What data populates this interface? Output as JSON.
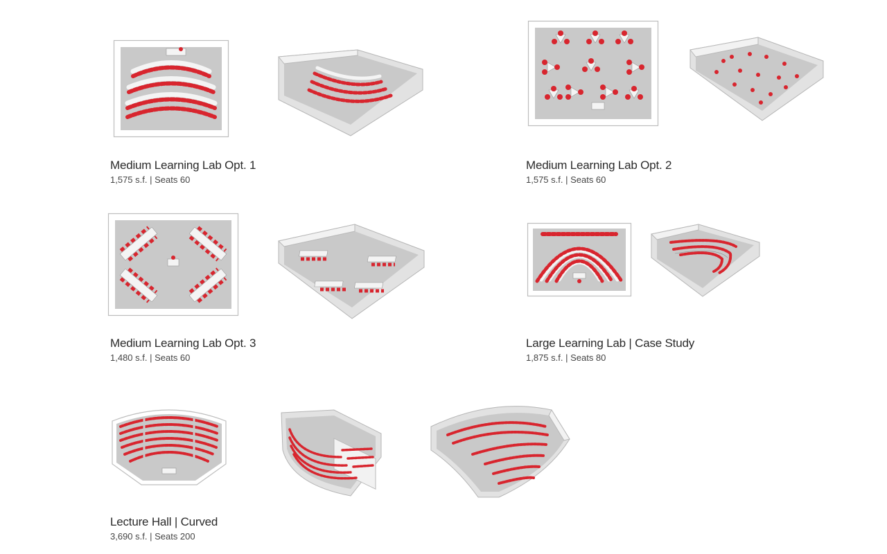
{
  "colors": {
    "seat_red": "#d8252e",
    "floor_gray": "#c9c9c9",
    "wall_light": "#f2f2f2"
  },
  "layouts": [
    {
      "id": "lab1",
      "title": "Medium Learning Lab Opt. 1",
      "subtitle": "1,575 s.f. | Seats 60"
    },
    {
      "id": "lab2",
      "title": "Medium Learning Lab Opt. 2",
      "subtitle": "1,575 s.f. | Seats 60"
    },
    {
      "id": "lab3",
      "title": "Medium Learning Lab Opt. 3",
      "subtitle": "1,480 s.f. | Seats 60"
    },
    {
      "id": "large",
      "title": "Large Learning Lab | Case Study",
      "subtitle": "1,875 s.f. | Seats 80"
    },
    {
      "id": "lecture",
      "title": "Lecture Hall | Curved",
      "subtitle": "3,690 s.f. | Seats 200"
    }
  ]
}
